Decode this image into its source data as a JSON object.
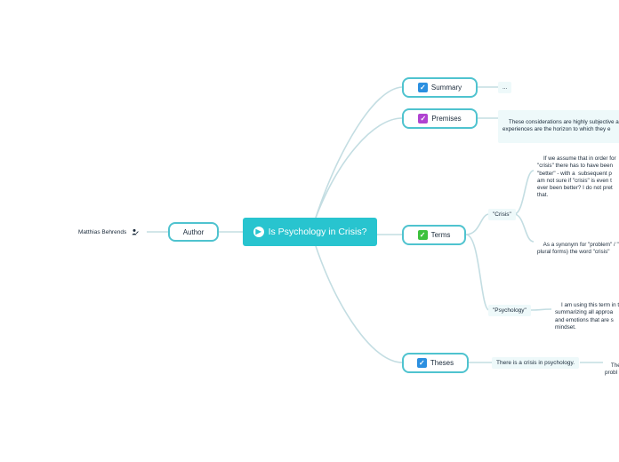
{
  "central": {
    "title": "Is Psychology in Crisis?"
  },
  "author": {
    "label": "Author",
    "name": "Matthias Behrends",
    "name_icon": "person-edit-icon"
  },
  "branches": {
    "summary": {
      "label": "Summary",
      "child": "...",
      "icon": "checkbox-checked-icon"
    },
    "premises": {
      "label": "Premises",
      "child": "These considerations are highly subjective a\nexperiences are the horizon to which they e",
      "icon": "checkbox-checked-icon"
    },
    "terms": {
      "label": "Terms",
      "icon": "checkbox-checked-icon",
      "crisis": {
        "label": "\"Crisis\"",
        "child1": "If we assume that in order for\n\"crisis\" there has to have been\n\"better\" - with a  subsequent p\nam not sure if \"crisis\" is even t\never been better? I do not pret\nthat.",
        "child2": "As a synonym for \"problem\" / \"\nplural forms) the word \"crisis\""
      },
      "psychology": {
        "label": "\"Psychology\"",
        "child": "I am using this term in t\nsummarizing all approa\nand emotions that are s\nmindset."
      }
    },
    "theses": {
      "label": "Theses",
      "icon": "checkbox-checked-icon",
      "child": "There is a crisis in psychology.",
      "grandchild": "The \"\nprobl"
    }
  },
  "colors": {
    "central_bg": "#28c4cf",
    "connector": "#b8d8de",
    "pill_border": "#4fc3cf",
    "check_blue": "#2b8fe0",
    "check_purple": "#b043d1",
    "check_green": "#3cc13c"
  }
}
